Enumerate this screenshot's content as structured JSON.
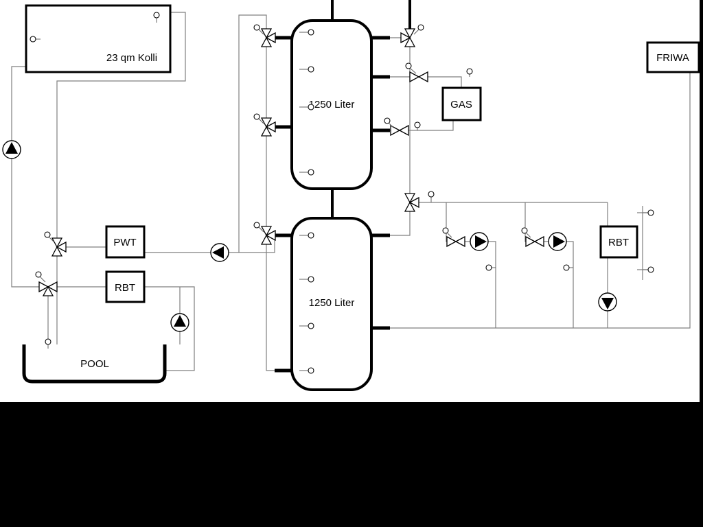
{
  "diagram": {
    "background": "#ffffff",
    "pipe_color": "#7f7f7f",
    "outline_color": "#000000",
    "mask_color": "#000000",
    "labels": {
      "collector": "23 qm Kolli",
      "tank_top": "1250 Liter",
      "tank_bottom": "1250 Liter",
      "gas": "GAS",
      "friwa": "FRIWA",
      "pwt": "PWT",
      "rbt_left": "RBT",
      "rbt_right": "RBT",
      "pool": "POOL"
    }
  }
}
